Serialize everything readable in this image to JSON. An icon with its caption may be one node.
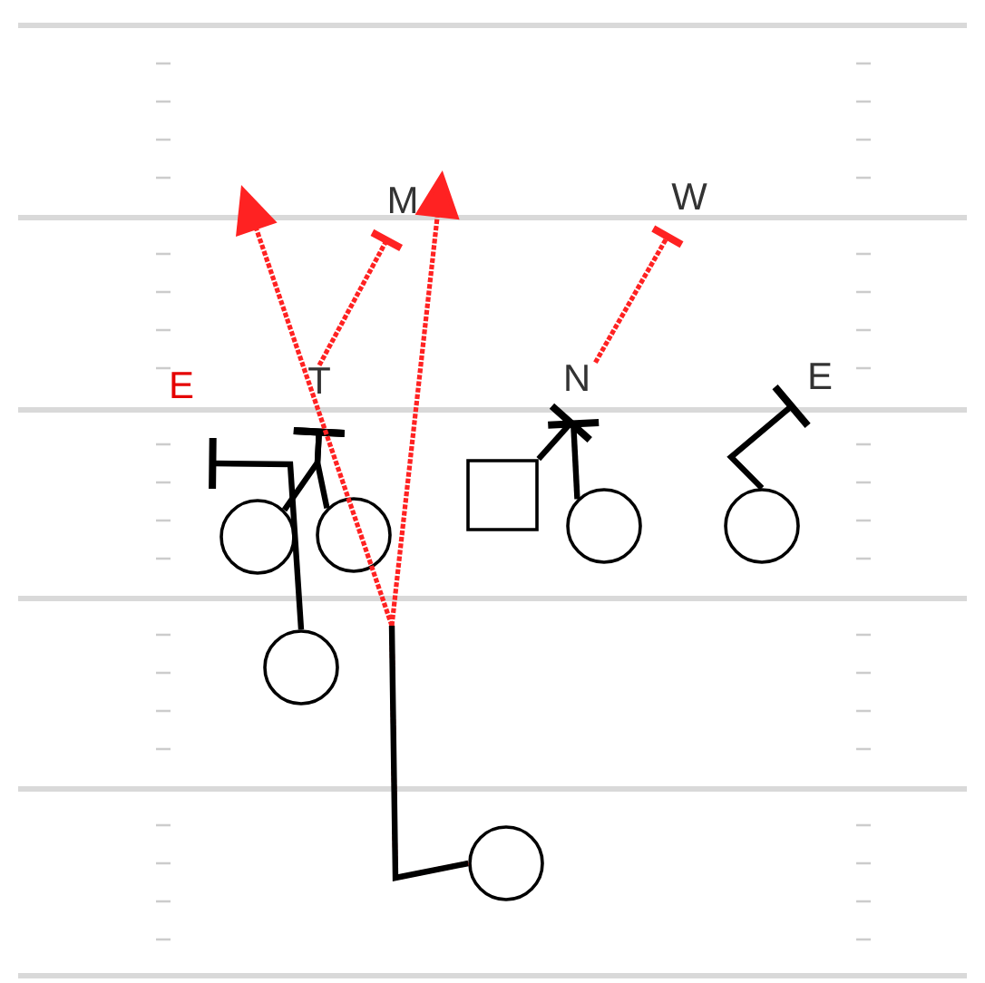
{
  "diagram": {
    "nodes": [
      {
        "text": [
          "M"
        ]
      },
      {
        "text": [
          "W"
        ]
      },
      {
        "text": [
          "E"
        ]
      },
      {
        "text": [
          "T"
        ]
      },
      {
        "text": [
          "N"
        ]
      },
      {
        "text": [
          "E"
        ]
      },
      {
        "text": [],
        "shape": "box"
      },
      {
        "text": [],
        "shape": "circle"
      },
      {
        "text": [],
        "shape": "circle"
      },
      {
        "text": [],
        "shape": "circle"
      },
      {
        "text": [],
        "shape": "circle"
      },
      {
        "text": [],
        "shape": "circle"
      },
      {
        "text": [],
        "shape": "circle"
      }
    ],
    "edges": [
      {
        "from": 7,
        "to": 3,
        "arrow": "other"
      },
      {
        "from": 8,
        "to": 3,
        "arrow": "other"
      },
      {
        "from": 6,
        "to": 4,
        "arrow": "other"
      },
      {
        "from": 9,
        "to": 4,
        "arrow": "other"
      },
      {
        "from": 10,
        "to": 5,
        "arrow": "other"
      },
      {
        "from": 11,
        "to": 2,
        "arrow": "other"
      },
      {
        "from": 3,
        "to": 0,
        "arrow": "other",
        "style": "dashed",
        "color": "#ff2222"
      },
      {
        "from": 4,
        "to": 1,
        "arrow": "other",
        "style": "dashed",
        "color": "#ff2222"
      },
      {
        "from": 12,
        "to": null,
        "arrow": "to",
        "style": "dashed",
        "color": "#ff2222"
      },
      {
        "from": 12,
        "to": 0,
        "arrow": "to",
        "style": "dashed",
        "color": "#ff2222"
      }
    ]
  }
}
